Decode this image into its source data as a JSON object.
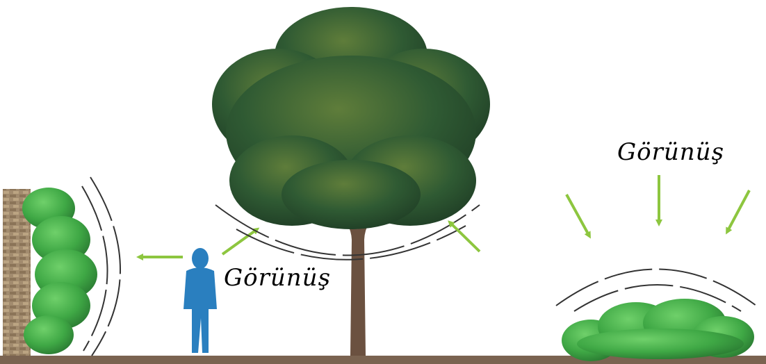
{
  "labels": {
    "view_person": "Görünüş",
    "view_top": "Görünüş"
  },
  "colors": {
    "ground": "#7a6350",
    "arrow": "#8dc63f",
    "person": "#2a7fbf",
    "foliage_dark": "#2f5b2f",
    "foliage_light": "#4fb84f",
    "trunk": "#6b5140",
    "wall": "#a08a70",
    "sight_lines": "#333333"
  },
  "icons": [
    "stone-wall",
    "hedge",
    "person-silhouette",
    "tree",
    "shrub",
    "view-arrow",
    "sight-arc"
  ]
}
